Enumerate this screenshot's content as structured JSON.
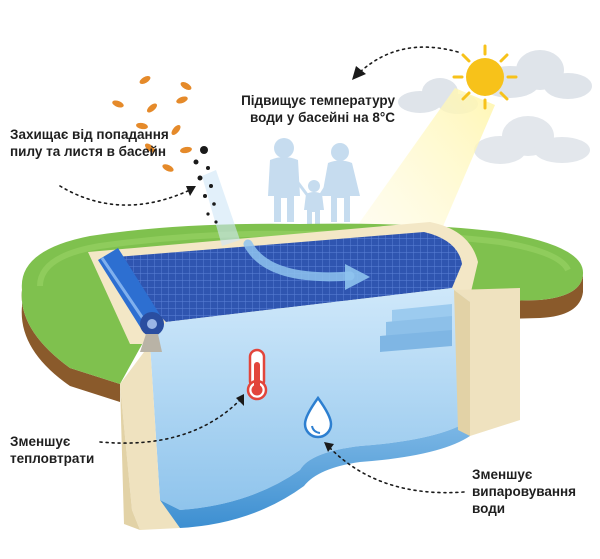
{
  "labels": {
    "raises_temperature": "Підвищує температуру води у басейні на 8°С",
    "protects_debris": "Захищає від попадання пилу та листя в басейн",
    "reduces_heat_loss": "Зменшує тепловтрати",
    "reduces_evaporation": "Зменшує випаровування води"
  },
  "icons": {
    "sun": "sun-icon",
    "clouds": "cloud-icon",
    "thermometer": "thermometer-icon",
    "droplet": "water-drop-icon",
    "leaves": "leaf-icon",
    "cover_roller": "pool-cover-reel"
  },
  "colors": {
    "grass": "#7fc14e",
    "soil": "#8a5a2b",
    "wall": "#efe2bf",
    "water": "#a9d4f3",
    "cover": "#2d4fa6",
    "sun": "#f7c21a",
    "thermometer": "#e2453b",
    "leaves": "#e58a2a"
  }
}
